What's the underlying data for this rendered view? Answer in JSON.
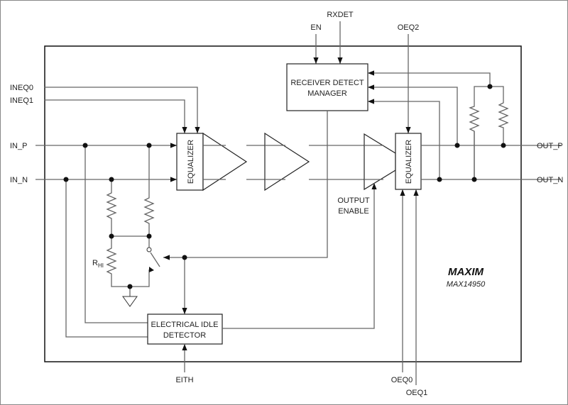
{
  "signals": {
    "rxdet": "RXDET",
    "en": "EN",
    "oeq2": "OEQ2",
    "ineq0": "INEQ0",
    "ineq1": "INEQ1",
    "in_p": "IN_P",
    "in_n": "IN_N",
    "out_p": "OUT_P",
    "out_n": "OUT_N",
    "eith": "EITH",
    "oeq0": "OEQ0",
    "oeq1": "OEQ1",
    "output_enable_1": "OUTPUT",
    "output_enable_2": "ENABLE",
    "rhi_main": "R",
    "rhi_sub": "HI"
  },
  "blocks": {
    "receiver_detect_1": "RECEIVER DETECT",
    "receiver_detect_2": "MANAGER",
    "equalizer_in": "EQUALIZER",
    "equalizer_out": "EQUALIZER",
    "idle_1": "ELECTRICAL IDLE",
    "idle_2": "DETECTOR"
  },
  "brand": {
    "logo": "MAXIM",
    "part": "MAX14950"
  }
}
